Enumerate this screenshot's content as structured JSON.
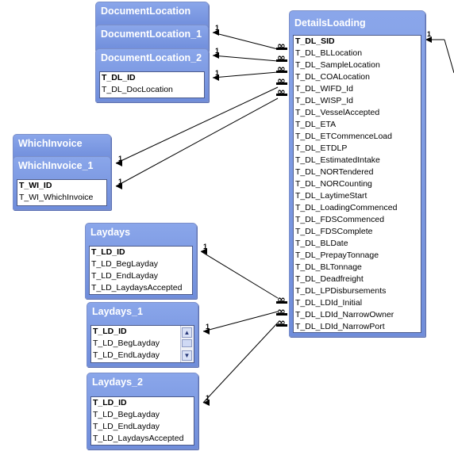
{
  "tables": {
    "documentLocation": {
      "title": "DocumentLocation"
    },
    "documentLocation1": {
      "title": "DocumentLocation_1"
    },
    "documentLocation2": {
      "title": "DocumentLocation_2",
      "fields": [
        "T_DL_ID",
        "T_DL_DocLocation"
      ]
    },
    "whichInvoice": {
      "title": "WhichInvoice"
    },
    "whichInvoice1": {
      "title": "WhichInvoice_1",
      "fields": [
        "T_WI_ID",
        "T_WI_WhichInvoice"
      ]
    },
    "laydays": {
      "title": "Laydays",
      "fields": [
        "T_LD_ID",
        "T_LD_BegLayday",
        "T_LD_EndLayday",
        "T_LD_LaydaysAccepted"
      ]
    },
    "laydays1": {
      "title": "Laydays_1",
      "fields": [
        "T_LD_ID",
        "T_LD_BegLayday",
        "T_LD_EndLayday"
      ]
    },
    "laydays2": {
      "title": "Laydays_2",
      "fields": [
        "T_LD_ID",
        "T_LD_BegLayday",
        "T_LD_EndLayday",
        "T_LD_LaydaysAccepted"
      ]
    },
    "detailsLoading": {
      "title": "DetailsLoading",
      "fields": [
        "T_DL_SID",
        "T_DL_BLLocation",
        "T_DL_SampleLocation",
        "T_DL_COALocation",
        "T_DL_WIFD_Id",
        "T_DL_WISP_Id",
        "T_DL_VesselAccepted",
        "T_DL_ETA",
        "T_DL_ETCommenceLoad",
        "T_DL_ETDLP",
        "T_DL_EstimatedIntake",
        "T_DL_NORTendered",
        "T_DL_NORCounting",
        "T_DL_LaytimeStart",
        "T_DL_LoadingCommenced",
        "T_DL_FDSCommenced",
        "T_DL_FDSComplete",
        "T_DL_BLDate",
        "T_DL_PrepayTonnage",
        "T_DL_BLTonnage",
        "T_DL_Deadfreight",
        "T_DL_LPDisbursements",
        "T_DL_LDId_Initial",
        "T_DL_LDId_NarrowOwner",
        "T_DL_LDId_NarrowPort"
      ]
    }
  },
  "relationship_labels": {
    "one": "1",
    "many": "∞"
  },
  "scroll_icons": {
    "up": "▲",
    "down": "▼"
  }
}
